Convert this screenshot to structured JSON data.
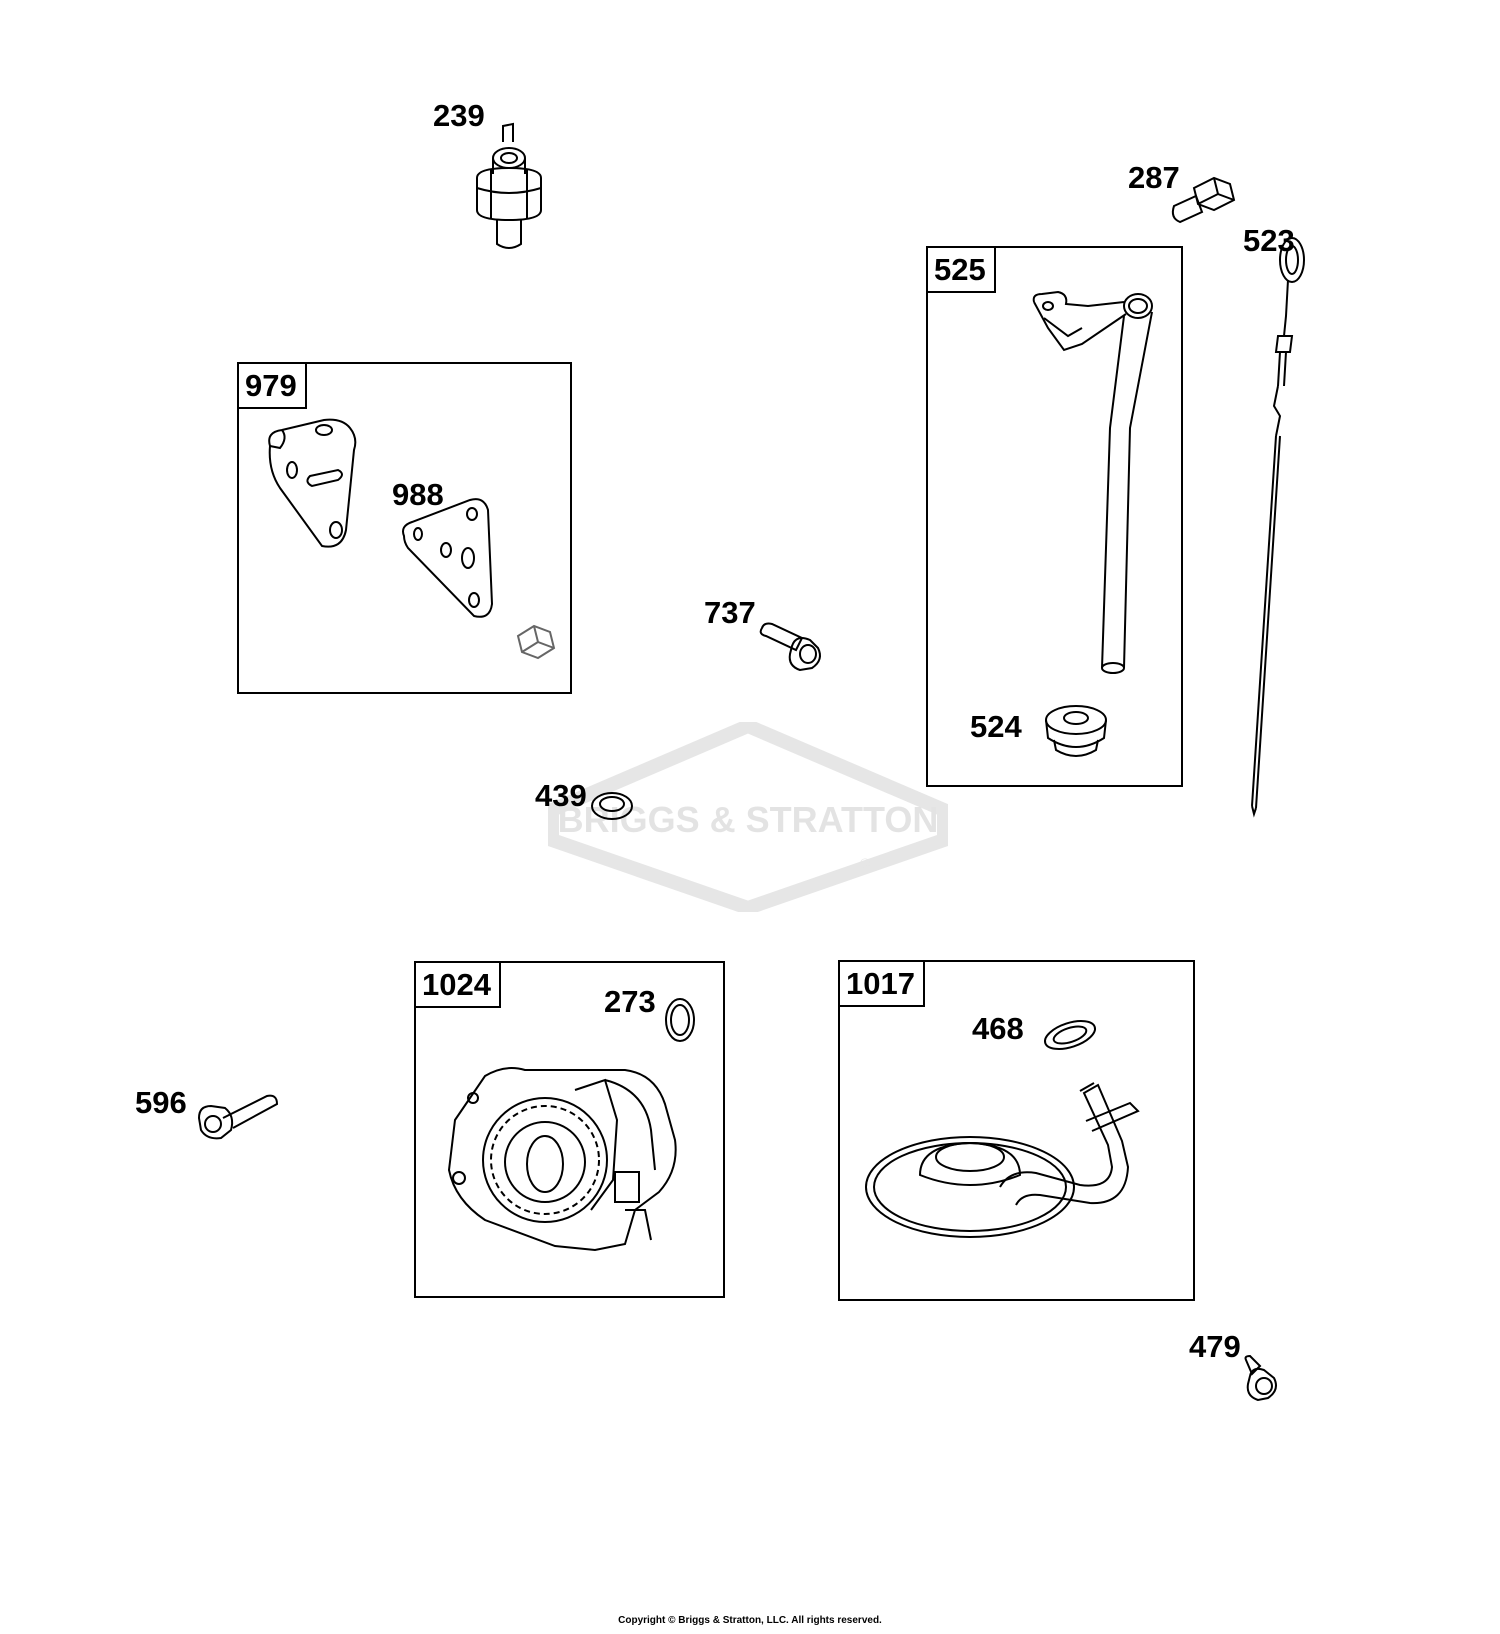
{
  "watermark": {
    "brand": "BRIGGS & STRATTON",
    "registered": "®"
  },
  "kits": [
    {
      "id": "979"
    },
    {
      "id": "525"
    },
    {
      "id": "1024"
    },
    {
      "id": "1017"
    }
  ],
  "callouts": {
    "p239": "239",
    "p287": "287",
    "p523": "523",
    "p988": "988",
    "p737": "737",
    "p524": "524",
    "p439": "439",
    "p273": "273",
    "p468": "468",
    "p596": "596",
    "p479": "479"
  },
  "footer": {
    "copyright": "Copyright © Briggs & Stratton, LLC. All rights reserved."
  }
}
